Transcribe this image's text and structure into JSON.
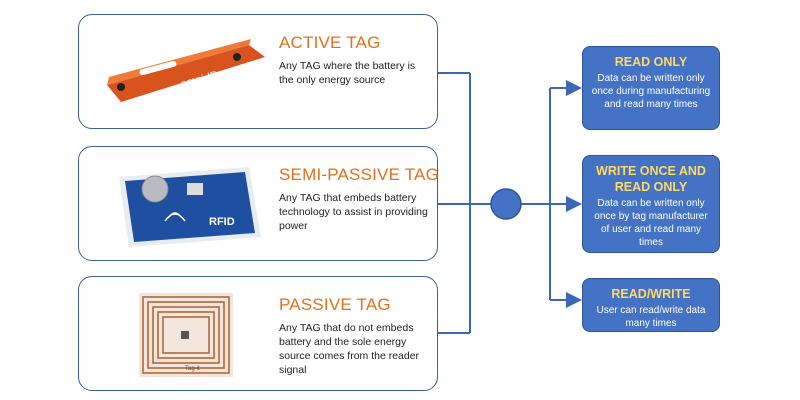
{
  "tags": [
    {
      "title": "ACTIVE TAG",
      "desc": "Any TAG where the  battery is the only energy source",
      "image": "orange-rfid-tag-image"
    },
    {
      "title": "SEMI-PASSIVE TAG",
      "desc": "Any TAG that embeds battery technology to assist in providing power",
      "image": "blue-rfid-card-image"
    },
    {
      "title": "PASSIVE TAG",
      "desc": "Any TAG that do not embeds battery and the sole energy source comes from the reader signal",
      "image": "copper-coil-tag-image"
    }
  ],
  "types": [
    {
      "title": "READ ONLY",
      "desc": "Data can be written only once during manufacturing and read many times"
    },
    {
      "title": "WRITE ONCE AND READ ONLY",
      "desc": "Data can be written only once by tag manufacturer of user and read many times"
    },
    {
      "title": "READ/WRITE",
      "desc": "User can read/write data many times"
    }
  ],
  "images": {
    "active_logo": "omni-ID",
    "semi_logo": "RFID",
    "passive_label": "Tag-it"
  },
  "colors": {
    "accent": "#e0701e",
    "box": "#4472c4",
    "box_title": "#ffd966",
    "line": "#3b68b5"
  }
}
